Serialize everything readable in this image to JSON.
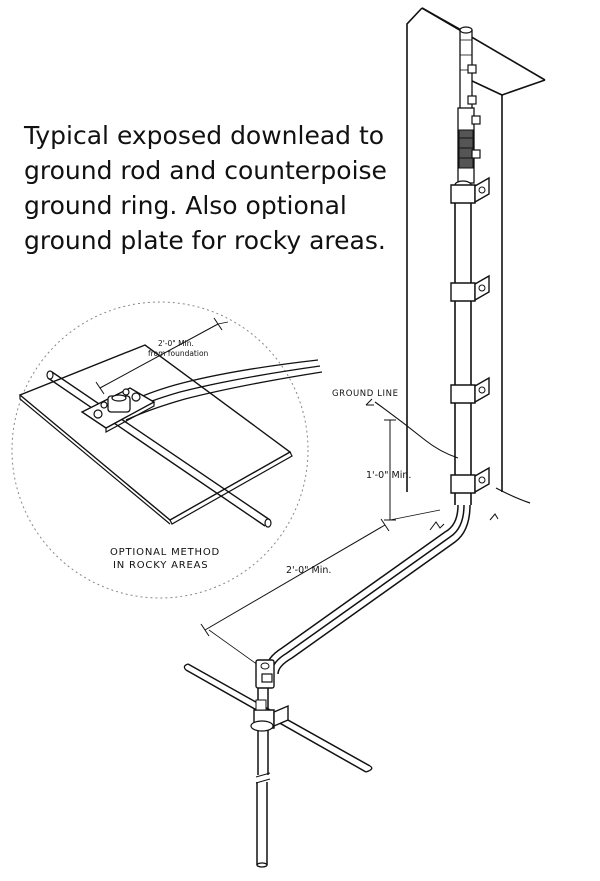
{
  "caption": {
    "lines": [
      "Typical exposed downlead to",
      "ground rod and counterpoise",
      "ground ring. Also optional",
      "ground plate for rocky areas."
    ]
  },
  "labels": {
    "ground_line": "GROUND LINE",
    "height_min": "1'-0\" Min.",
    "distance_min": "2'-0\" Min.",
    "inset_distance_1": "2'-0\" Min.",
    "inset_distance_2": "from foundation",
    "inset_note_1": "OPTIONAL METHOD",
    "inset_note_2": "IN ROCKY AREAS"
  },
  "colors": {
    "line": "#111111",
    "background": "#ffffff",
    "coupling": "#555555"
  }
}
